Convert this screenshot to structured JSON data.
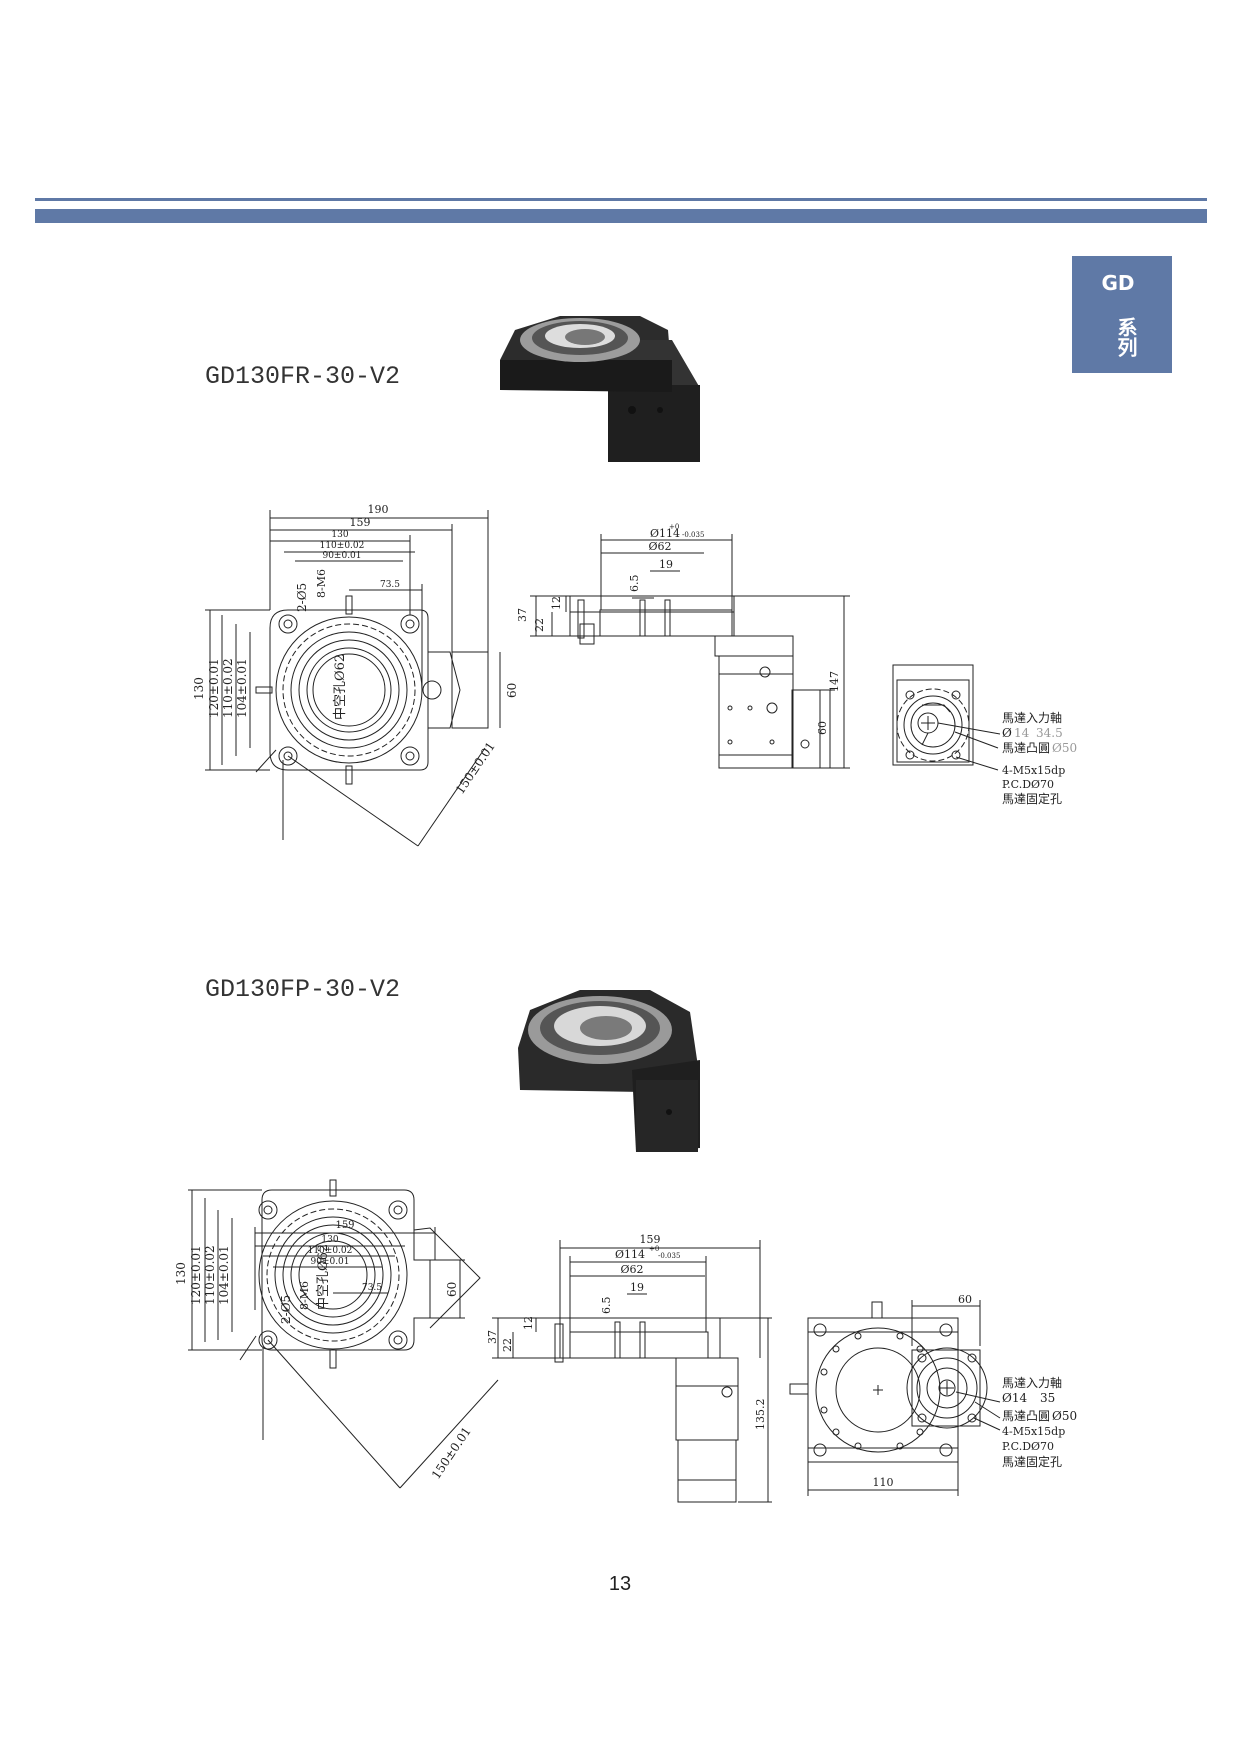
{
  "header": {
    "accent_color": "#5f79a6"
  },
  "side_tab": {
    "letters": "GD",
    "series": "系列"
  },
  "sections": [
    {
      "model": "GD130FR-30-V2",
      "top_view": {
        "dims": [
          "190",
          "159",
          "130",
          "110±0.02",
          "90±0.01",
          "73.5",
          "2-Ø5",
          "8-M6",
          "中空孔Ø62",
          "130",
          "120±0.01",
          "110±0.02",
          "104±0.01",
          "60",
          "150±0.01"
        ]
      },
      "side_view": {
        "dims": [
          "Ø114",
          "+0",
          "-0.035",
          "Ø62",
          "19",
          "6.5",
          "37",
          "22",
          "12",
          "147",
          "60"
        ]
      },
      "motor_view": {
        "labels": [
          "馬達入力軸",
          "Ø",
          "14",
          "34.5",
          "馬達凸圓",
          "Ø50",
          "4-M5x15dp",
          "P.C.DØ70",
          "馬達固定孔"
        ]
      }
    },
    {
      "model": "GD130FP-30-V2",
      "top_view": {
        "dims": [
          "159",
          "130",
          "110±0.02",
          "90±0.01",
          "73.5",
          "2-Ø5",
          "8-M6",
          "中空孔Ø62",
          "130",
          "120±0.01",
          "110±0.02",
          "104±0.01",
          "60",
          "150±0.01"
        ]
      },
      "side_view": {
        "dims": [
          "159",
          "Ø114",
          "+0",
          "-0.035",
          "Ø62",
          "19",
          "6.5",
          "37",
          "22",
          "12",
          "135.2"
        ]
      },
      "motor_view": {
        "labels": [
          "60",
          "馬達入力軸",
          "Ø14",
          "35",
          "馬達凸圓",
          "Ø50",
          "4-M5x15dp",
          "P.C.DØ70",
          "馬達固定孔",
          "110"
        ]
      }
    }
  ],
  "page_number": "13"
}
